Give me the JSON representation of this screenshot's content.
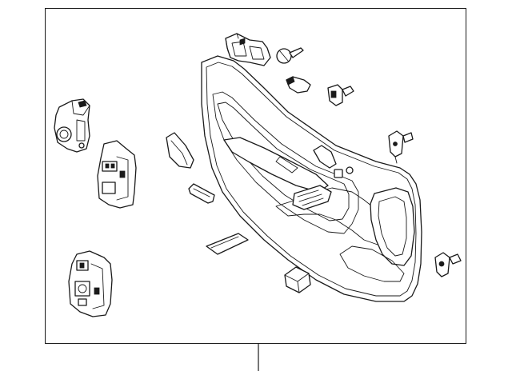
{
  "diagram": {
    "parts": [
      {
        "id": "door-trim-panel",
        "icon": "door-trim-panel-icon"
      },
      {
        "id": "window-switch-bezel",
        "icon": "bracket-icon"
      },
      {
        "id": "push-pin-clip",
        "icon": "push-pin-icon"
      },
      {
        "id": "clip-small",
        "icon": "clip-icon"
      },
      {
        "id": "retainer-clip-upper",
        "icon": "retainer-clip-icon"
      },
      {
        "id": "retainer-clip-right",
        "icon": "retainer-clip-icon"
      },
      {
        "id": "retainer-clip-lower",
        "icon": "retainer-clip-icon"
      },
      {
        "id": "door-lock-actuator",
        "icon": "actuator-icon"
      },
      {
        "id": "window-switch",
        "icon": "switch-icon"
      },
      {
        "id": "mirror-switch",
        "icon": "switch-icon"
      },
      {
        "id": "pull-handle-cover",
        "icon": "cover-icon"
      },
      {
        "id": "trim-cap",
        "icon": "cap-icon"
      },
      {
        "id": "reflector",
        "icon": "reflector-icon"
      },
      {
        "id": "foam-pad",
        "icon": "pad-icon"
      },
      {
        "id": "retainer-block",
        "icon": "block-icon"
      }
    ],
    "colors": {
      "line": "#1a1a1a",
      "background": "#ffffff",
      "shade": "#d9d9d9"
    }
  }
}
